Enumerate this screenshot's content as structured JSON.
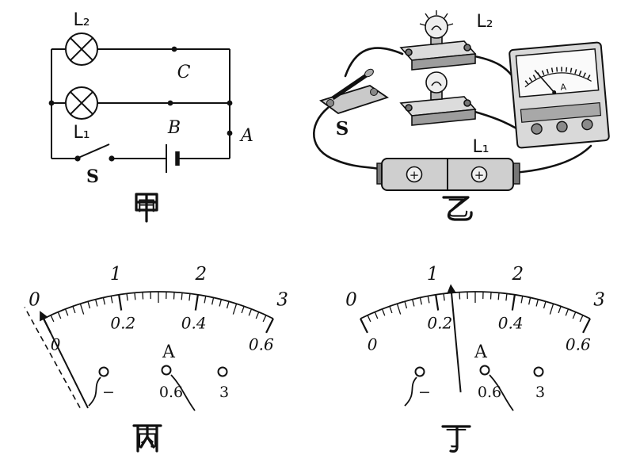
{
  "figure": {
    "background": "#ffffff",
    "ink": "#111111"
  },
  "panels": {
    "circuit": {
      "caption": "甲",
      "lamp_top_label": "L₂",
      "lamp_bottom_label": "L₁",
      "point_c": "C",
      "point_b": "B",
      "point_a": "A",
      "switch_label": "S"
    },
    "apparatus": {
      "caption": "乙",
      "lamp_top_label": "L₂",
      "lamp_bottom_label": "L₁",
      "switch_label": "S",
      "ammeter_face_label": "A",
      "battery_cell_marks": [
        "+",
        "+"
      ]
    }
  },
  "chart_data": [
    {
      "type": "gauge",
      "name": "meter_bing",
      "caption": "丙",
      "unit": "A",
      "scales": [
        {
          "range": [
            0,
            3
          ],
          "labels": [
            "0",
            "1",
            "2",
            "3"
          ],
          "minor_step": 0.1
        },
        {
          "range": [
            0,
            0.6
          ],
          "labels": [
            "0",
            "0.2",
            "0.4",
            "0.6"
          ],
          "minor_step": 0.02
        }
      ],
      "needle": {
        "value_on_3A": 0,
        "value_on_06A": 0,
        "ghost_dashed_at": -0.14
      },
      "terminals": [
        "−",
        "0.6",
        "3"
      ]
    },
    {
      "type": "gauge",
      "name": "meter_ding",
      "caption": "丁",
      "unit": "A",
      "scales": [
        {
          "range": [
            0,
            3
          ],
          "labels": [
            "0",
            "1",
            "2",
            "3"
          ],
          "minor_step": 0.1
        },
        {
          "range": [
            0,
            0.6
          ],
          "labels": [
            "0",
            "0.2",
            "0.4",
            "0.6"
          ],
          "minor_step": 0.02
        }
      ],
      "needle": {
        "value_on_3A": 1.2,
        "value_on_06A": 0.24
      },
      "terminals": [
        "−",
        "0.6",
        "3"
      ]
    }
  ]
}
